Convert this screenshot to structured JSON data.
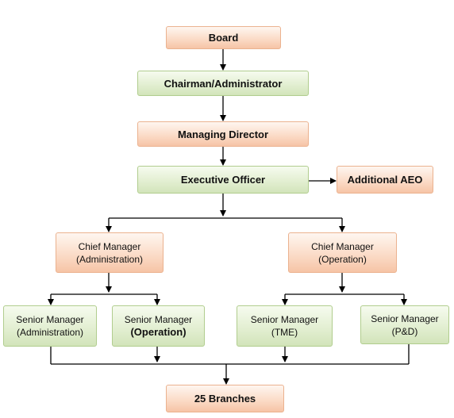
{
  "nodes": {
    "board": {
      "lines": [
        "Board"
      ]
    },
    "chairman": {
      "lines": [
        "Chairman/Administrator"
      ]
    },
    "md": {
      "lines": [
        "Managing Director"
      ]
    },
    "eo": {
      "lines": [
        "Executive Officer"
      ]
    },
    "aeo": {
      "lines": [
        "Additional AEO"
      ]
    },
    "cm_admin": {
      "lines": [
        "Chief Manager",
        "(Administration)"
      ]
    },
    "cm_op": {
      "lines": [
        "Chief Manager",
        "(Operation)"
      ]
    },
    "sm_admin": {
      "lines": [
        "Senior Manager",
        "(Administration)"
      ]
    },
    "sm_op": {
      "lines": [
        "Senior Manager",
        "(Operation)"
      ]
    },
    "sm_tme": {
      "lines": [
        "Senior Manager",
        "(TME)"
      ]
    },
    "sm_pd": {
      "lines": [
        "Senior Manager",
        "(P&D)"
      ]
    },
    "branches": {
      "lines": [
        "25 Branches"
      ]
    }
  },
  "colors": {
    "orange_fill": "#fbdcc8",
    "orange_border": "#ebb28f",
    "green_fill": "#e3efd2",
    "green_border": "#b1cd8e",
    "connector": "#000000"
  }
}
